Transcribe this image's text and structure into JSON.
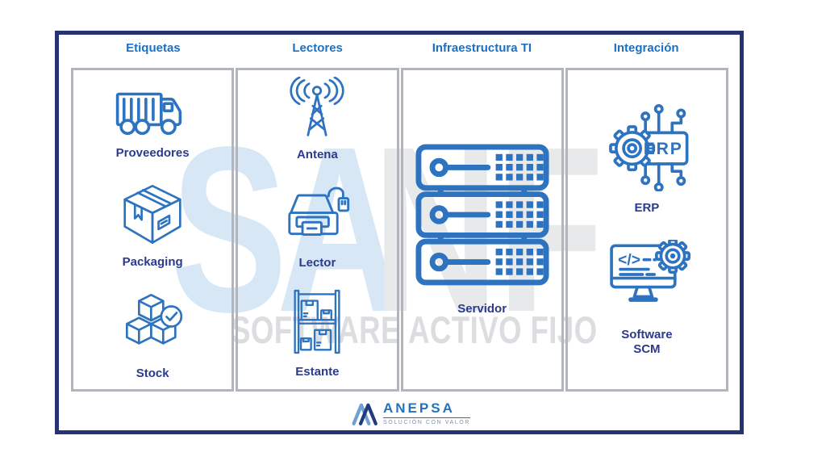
{
  "columns": [
    {
      "header": "Etiquetas",
      "items": [
        {
          "icon": "truck-icon",
          "label": "Proveedores"
        },
        {
          "icon": "package-icon",
          "label": "Packaging"
        },
        {
          "icon": "stock-icon",
          "label": "Stock"
        }
      ]
    },
    {
      "header": "Lectores",
      "items": [
        {
          "icon": "antenna-icon",
          "label": "Antena"
        },
        {
          "icon": "reader-icon",
          "label": "Lector"
        },
        {
          "icon": "shelf-icon",
          "label": "Estante"
        }
      ]
    },
    {
      "header": "Infraestructura TI",
      "items": [
        {
          "icon": "server-icon",
          "label": "Servidor"
        }
      ]
    },
    {
      "header": "Integración",
      "items": [
        {
          "icon": "erp-chip-icon",
          "label": "ERP"
        },
        {
          "icon": "software-monitor-icon",
          "label": "Software SCM"
        }
      ]
    }
  ],
  "watermark": {
    "blue_letters": "SA",
    "gray_letters": "NF",
    "tagline": "SOFTWARE ACTIVO FIJO"
  },
  "icon_texts": {
    "erp_chip_label": "ERP",
    "code_glyph": "</>"
  },
  "logo": {
    "name": "ANEPSA",
    "tagline": "SOLUCIÓN CON VALOR"
  },
  "colors": {
    "frame_navy": "#283173",
    "grid_border_gray": "#b2b5bb",
    "icon_blue": "#2e73c0",
    "header_blue": "#1c70c2",
    "label_navy": "#2b3a8c",
    "watermark_blue": "#d8e7f5",
    "watermark_gray": "#e8e9eb",
    "logo_blue": "#2473ba",
    "logo_light_blue": "#6f9fd3",
    "logo_dark_navy": "#1f3d7a"
  }
}
